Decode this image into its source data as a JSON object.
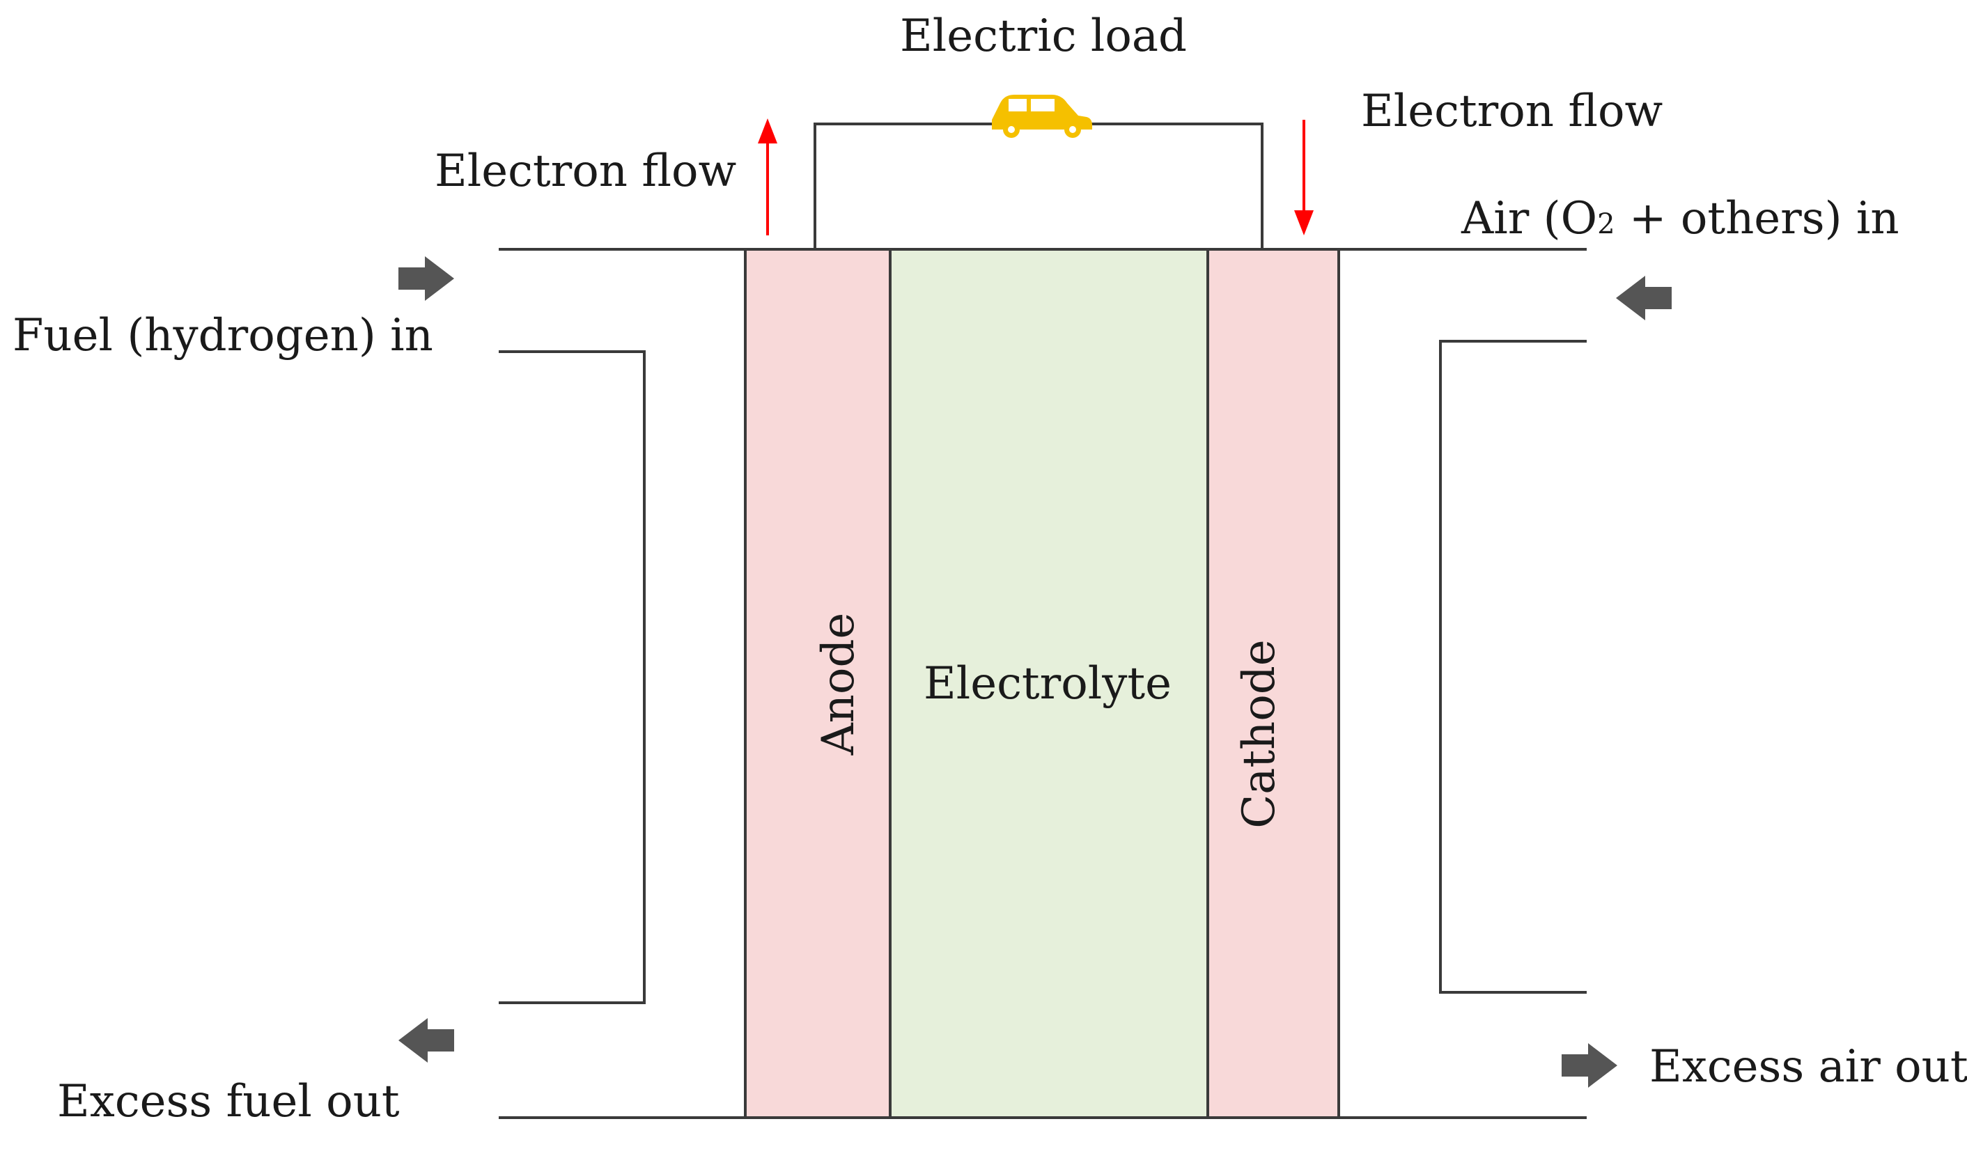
{
  "labels": {
    "electric_load": "Electric load",
    "electron_flow_left": "Electron flow",
    "electron_flow_right": "Electron flow",
    "fuel_in": "Fuel (hydrogen) in",
    "air_in_prefix": "Air (O",
    "air_in_sub": "2",
    "air_in_suffix": " + others)  in",
    "excess_fuel_out": "Excess fuel out",
    "excess_air_out": "Excess air out",
    "anode": "Anode",
    "electrolyte": "Electrolyte",
    "cathode": "Cathode"
  },
  "colors": {
    "anode_fill": "#f8d9d9",
    "electrolyte_fill": "#e6f0db",
    "cathode_fill": "#f8d9d9",
    "line": "#3a3a3a",
    "electron_arrow": "#ff0000",
    "flow_arrow": "#555555",
    "load_icon": "#f5c000"
  },
  "icons": {
    "electric_load": "car-icon",
    "fuel_in": "right-arrow-icon",
    "air_in": "left-arrow-icon",
    "excess_fuel_out": "left-arrow-icon",
    "excess_air_out": "right-arrow-icon"
  }
}
